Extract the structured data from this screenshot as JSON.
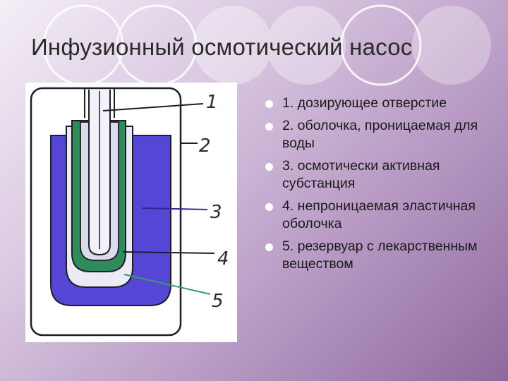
{
  "slide": {
    "title": "Инфузионный осмотический насос"
  },
  "figure": {
    "callouts": [
      "1",
      "2",
      "3",
      "4",
      "5"
    ],
    "colors": {
      "reservoir": "#5646d6",
      "osmotic_substance": "#2f8a5c",
      "outline": "#1e1e2a"
    }
  },
  "list": {
    "items": [
      "1. дозирующее отверстие",
      "2. оболочка, проницаемая для воды",
      "3. осмотически активная субстанция",
      "4. непроницаемая эластичная оболочка",
      "5. резервуар с лекарственным веществом"
    ]
  }
}
